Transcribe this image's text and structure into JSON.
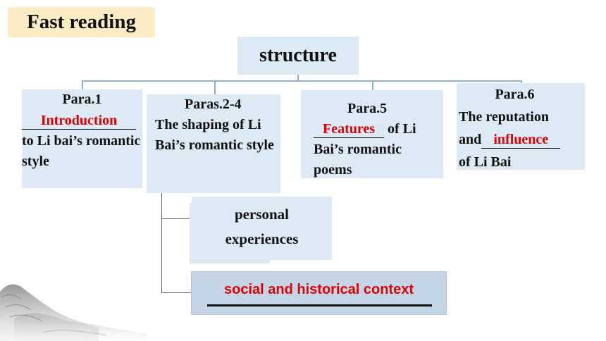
{
  "header": {
    "title": "Fast reading"
  },
  "center": {
    "label": "structure"
  },
  "paras": [
    {
      "head": "Para.1",
      "blank": "Introduction",
      "after": "to Li bai’s romantic style"
    },
    {
      "head": "Paras.2-4",
      "text": "The shaping of Li Bai’s romantic style"
    },
    {
      "head": "Para.5",
      "blank": "Features",
      "after_inline": "of Li",
      "after": "Bai’s romantic poems"
    },
    {
      "head": "Para.6",
      "line1": "The reputation",
      "prefix": "and",
      "blank": "influence",
      "after": "of Li Bai"
    }
  ],
  "sub_items": [
    {
      "text": "personal experiences"
    },
    {
      "text": "social and historical context"
    }
  ],
  "colors": {
    "accent_red": "#e00000",
    "box_fill": "#dde9f5",
    "title_fill": "#fbecc6"
  }
}
